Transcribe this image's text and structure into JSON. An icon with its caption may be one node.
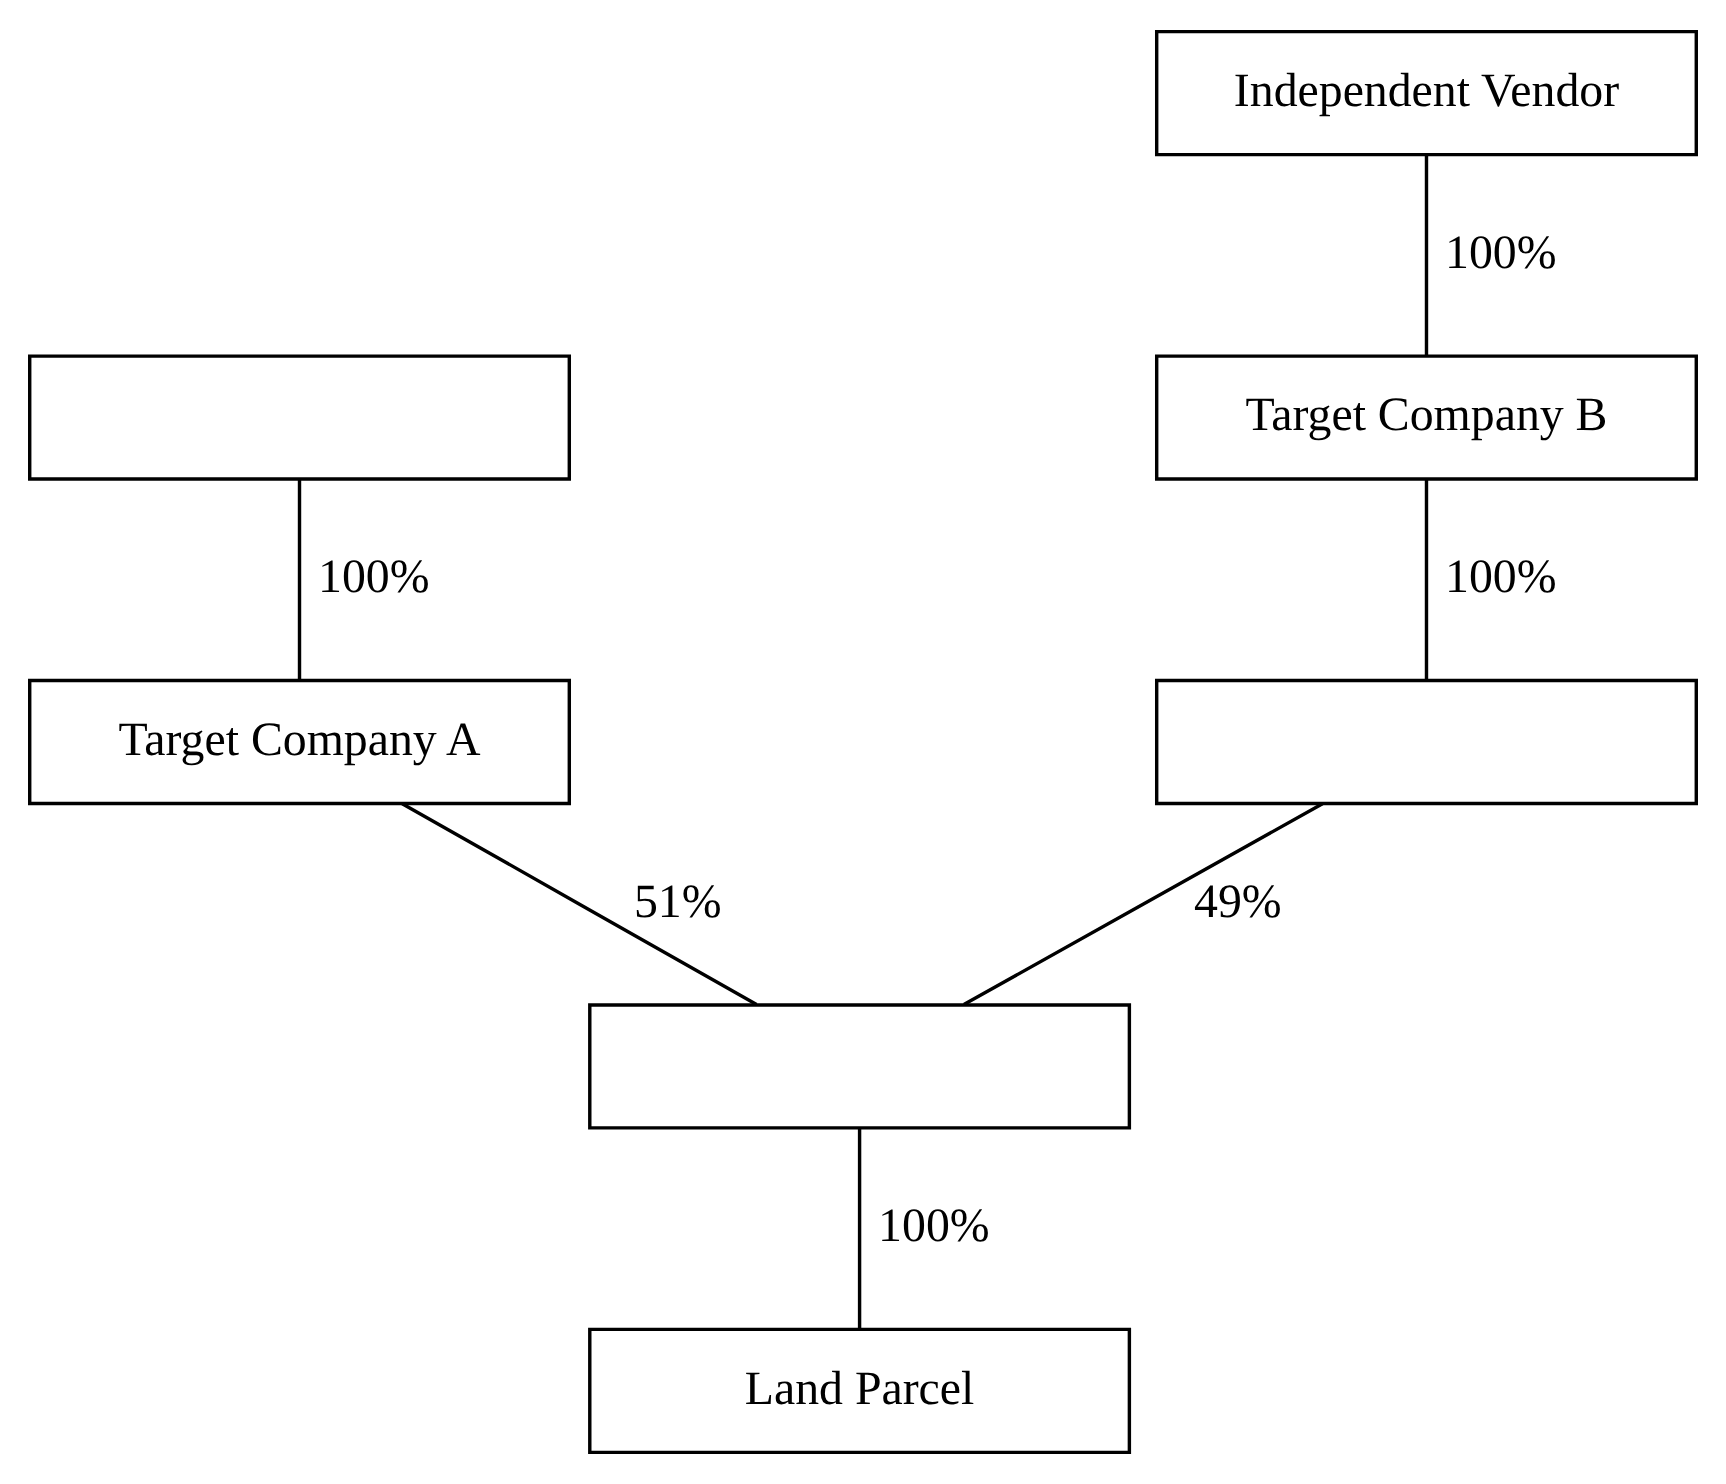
{
  "diagram": {
    "nodes": [
      {
        "text": [
          "Independent Vendor"
        ]
      },
      {
        "text": [],
        "shape": "box"
      },
      {
        "text": [
          "Target Company B"
        ]
      },
      {
        "text": [
          "Target Company A"
        ]
      },
      {
        "text": [],
        "shape": "box"
      },
      {
        "text": [],
        "shape": "box"
      },
      {
        "text": [
          "Land Parcel"
        ]
      }
    ],
    "edges": [
      {
        "from": 0,
        "to": 2,
        "arrow": "none",
        "label": "100%"
      },
      {
        "from": 1,
        "to": 3,
        "arrow": "none",
        "label": "100%"
      },
      {
        "from": 2,
        "to": 4,
        "arrow": "none",
        "label": "100%"
      },
      {
        "from": 3,
        "to": 5,
        "arrow": "none",
        "label": "51%"
      },
      {
        "from": 4,
        "to": 5,
        "arrow": "none",
        "label": "49%"
      },
      {
        "from": 5,
        "to": 6,
        "arrow": "none",
        "label": "100%"
      }
    ]
  }
}
